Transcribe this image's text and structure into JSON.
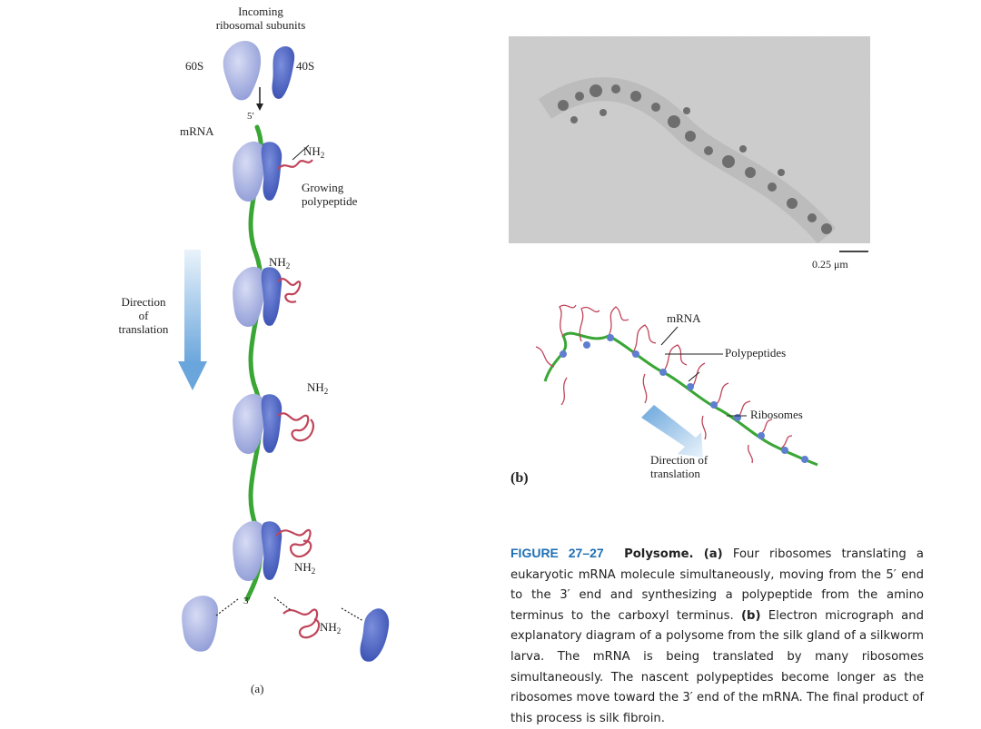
{
  "panel_a": {
    "label": "(a)",
    "incoming_subunits_label": "Incoming\nribosomal subunits",
    "subunit_large_label": "60S",
    "subunit_small_label": "40S",
    "five_prime_label": "5′",
    "three_prime_label": "3′",
    "mrna_label": "mRNA",
    "growing_polypeptide_label": "Growing\npolypeptide",
    "direction_label": "Direction\nof\ntranslation",
    "nh2_label": "NH",
    "nh2_sub": "2"
  },
  "panel_b": {
    "label": "(b)",
    "scale_label": "0.25 μm",
    "mrna_label": "mRNA",
    "polypeptides_label": "Polypeptides",
    "ribosomes_label": "Ribosomes",
    "direction_label": "Direction of\ntranslation"
  },
  "caption": {
    "figure_number": "FIGURE 27–27",
    "title": "Polysome.",
    "part_a_marker": "(a)",
    "part_a_text": "Four ribosomes translating a eukaryotic mRNA molecule simultaneously, moving from the 5′ end to the 3′ end and synthesizing a polypeptide from the amino terminus to the carboxyl terminus.",
    "part_b_marker": "(b)",
    "part_b_text": "Electron micrograph and explanatory diagram of a polysome from the silk gland of a silkworm larva. The mRNA is being translated by many ribosomes simultaneously. The nascent polypeptides become longer as the ribosomes move toward the 3′ end of the mRNA. The final product of this process is silk fibroin."
  },
  "colors": {
    "mrna": "#3aa635",
    "large_subunit": "#9aa6dd",
    "small_subunit": "#4a62c0",
    "polypeptide": "#c0455a",
    "arrow": "#7fb2e3",
    "figure_number": "#1f6fb5"
  }
}
